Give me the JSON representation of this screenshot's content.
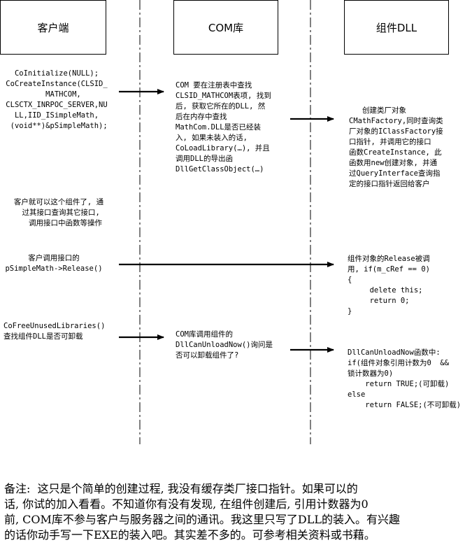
{
  "columns": {
    "client": "客户端",
    "com": "COM库",
    "dll": "组件DLL"
  },
  "steps": {
    "client_init": "CoInitialize(NULL);\nCoCreateInstance(CLSID_\n   MATHCOM,\nCLSCTX_INRPOC_SERVER,NU\nLL,IID_ISimpleMath,\n (void**)&pSimpleMath);",
    "com_lookup": "COM 要在注册表中查找\nCLSID_MATHCOM表项, 找到\n后, 获取它所在的DLL, 然\n后在内存中查找\nMathCom.DLL是否已经装\n入, 如果未装入的话,\nCoLoadLibrary(…), 并且\n调用DLL的导出函\nDllGetClassObject(…)",
    "dll_factory": "   创建类厂对象\nCMathFactory,同时查询类\n厂对象的IClassFactory接\n口指针, 并调用它的接口\n函数CreateInstance, 此\n函数用new创建对象, 并通\n过QueryInterface查询指\n定的接口指针返回给客户",
    "client_use": "客户就可以这个组件了, 通\n 过其接口查询其它接口,\n   调用接口中函数等操作",
    "client_release": "客户调用接口的\npSimpleMath->Release()",
    "dll_release": "组件对象的Release被调\n用, if(m_cRef == 0)\n{\n     delete this;\n     return 0;\n}",
    "client_free": "CoFreeUnusedLibraries()\n查找组件DLL是否可卸载",
    "com_canunload": "COM库调用组件的\nDllCanUnloadNow()询问是\n否可以卸载组件了?",
    "dll_canunload": "DllCanUnloadNow函数中:\nif(组件对象引用计数为0  &&\n锁计数器为0)\n    return TRUE;(可卸载)\nelse\n    return FALSE;(不可卸载)"
  },
  "note": "备注:  这只是个简单的创建过程, 我没有缓存类厂接口指针。如果可以的\n话, 你试的加入看看。不知道你有没有发现, 在组件创建后, 引用计数器为0\n前, COM库不参与客户与服务器之间的通讯。我这里只写了DLL的装入。有兴趣\n的话你动手写一下EXE的装入吧。其实差不多的。可参考相关资料或书藉。"
}
